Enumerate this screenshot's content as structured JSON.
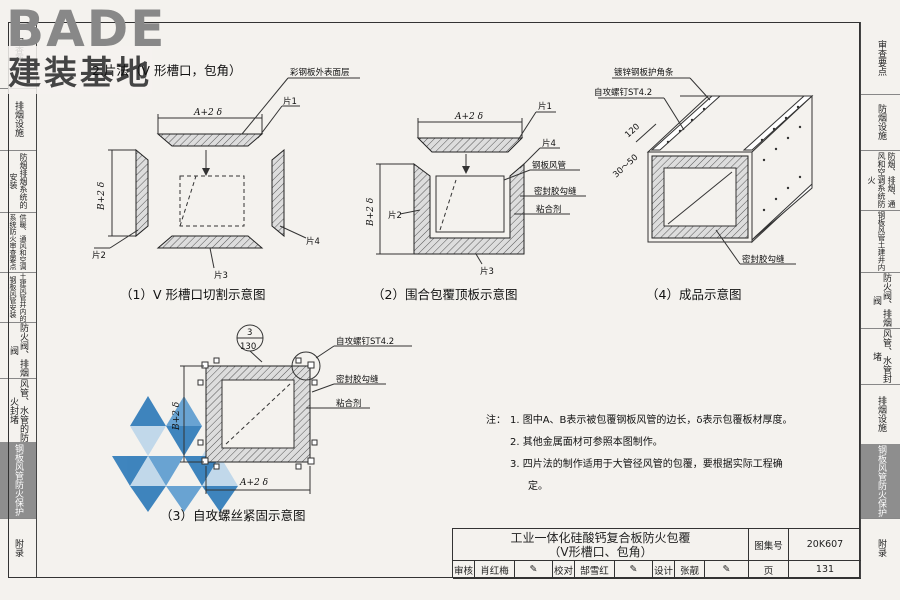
{
  "logo": {
    "brand_en": "BADE",
    "brand_cn": "建装基地"
  },
  "heading": "2.片法（V 形槽口，包角）",
  "left_tabs": [
    "审查要点",
    "排烟设施",
    "防烟排烟系统的安装",
    "供暖、通风和空调系统防火审查要点",
    "土建风管井内的钢板风管安装",
    "防火阀、排烟阀",
    "风管、水管的防火封堵",
    "钢板风管防火保护",
    "附录"
  ],
  "right_tabs": [
    "审查要点",
    "防烟设施",
    "排烟设施",
    "防烟、排烟、通风和空调系统防火",
    "钢板风管土建井内",
    "防火阀、排烟阀",
    "风管、水管封堵",
    "钢板风管防火保护",
    "附录"
  ],
  "fig1": {
    "caption": "（1）V 形槽口切割示意图",
    "label_top": "彩钢板外表面层",
    "dim_w": "A+2 δ",
    "dim_h": "B+2 δ",
    "p1": "片1",
    "p2": "片2",
    "p3": "片3",
    "p4": "片4"
  },
  "fig2": {
    "caption": "（2）围合包覆顶板示意图",
    "dim_w": "A+2 δ",
    "dim_h": "B+2 δ",
    "p1": "片1",
    "p2": "片2",
    "p3": "片3",
    "p4": "片4",
    "duct": "钢板风管",
    "seal": "密封胶勾缝",
    "adhesive": "粘合剂"
  },
  "fig3": {
    "caption": "（3）自攻螺丝紧固示意图",
    "ref_num": "3",
    "ref_den": "130",
    "screw": "自攻螺钉ST4.2",
    "seal": "密封胶勾缝",
    "adhesive": "粘合剂",
    "dim_w": "A+2 δ",
    "dim_h": "B+2 δ"
  },
  "fig4": {
    "caption": "（4）成品示意图",
    "corner": "镀锌钢板护角条",
    "screw": "自攻螺钉ST4.2",
    "d120": "120",
    "d3050": "30～50",
    "seal": "密封胶勾缝"
  },
  "notes": {
    "prefix": "注：",
    "items": [
      "1.  图中A、B表示被包覆钢板风管的边长，δ表示包覆板材厚度。",
      "2.  其他金属面材可参照本图制作。",
      "3.  四片法的制作适用于大管径风管的包覆，要根据实际工程确",
      "定。"
    ]
  },
  "title_block": {
    "title_line1": "工业一体化硅酸钙复合板防火包覆",
    "title_line2": "（V形槽口、包角）",
    "atlas_label": "图集号",
    "atlas_no": "20K607",
    "review_label": "审核",
    "review_name": "肖红梅",
    "check_label": "校对",
    "check_name": "郜雪红",
    "design_label": "设计",
    "design_name": "张靓",
    "page_label": "页",
    "page_no": "131"
  }
}
